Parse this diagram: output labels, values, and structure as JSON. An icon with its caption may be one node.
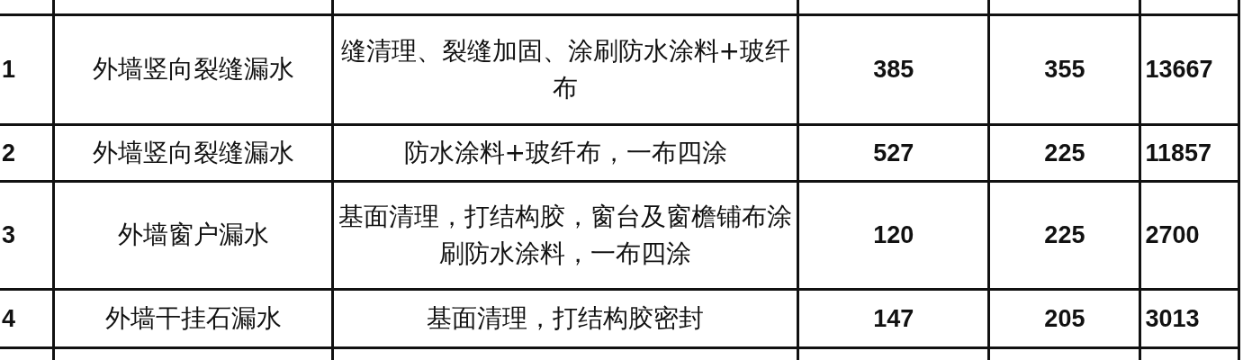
{
  "diagram": {
    "labels": [
      "1",
      "外墙竖向裂缝漏水",
      "缝清理、裂缝加固、涂刷防水涂料+玻纤布",
      "385",
      "355",
      "13667",
      "2",
      "外墙竖向裂缝漏水",
      "防水涂料+玻纤布，一布四涂",
      "527",
      "225",
      "11857",
      "3",
      "外墙窗户漏水",
      "基面清理，打结构胶，窗台及窗檐铺布涂刷防水涂料，一布四涂",
      "120",
      "225",
      "2700",
      "4",
      "外墙干挂石漏水",
      "基面清理，打结构胶密封",
      "147",
      "205",
      "3013"
    ]
  }
}
